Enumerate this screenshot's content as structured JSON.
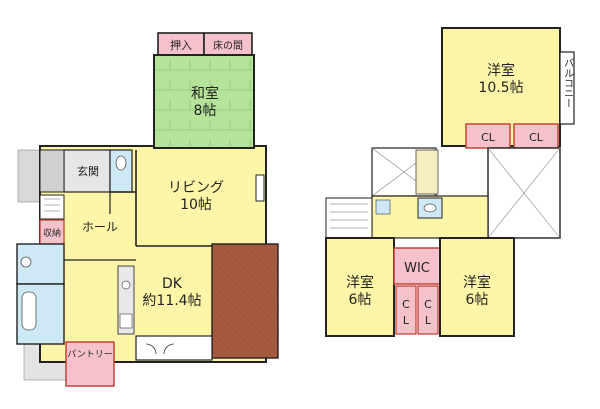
{
  "floor1": {
    "oshiire": "押入",
    "tokonoma": "床の間",
    "washitsu": "和室",
    "washitsu_size": "8帖",
    "genkan": "玄関",
    "living": "リビング",
    "living_size": "10帖",
    "hall": "ホール",
    "shuno": "収納",
    "dk": "DK",
    "dk_size": "約11.4帖",
    "pantry": "パントリー"
  },
  "floor2": {
    "yoshitsu_large": "洋室",
    "yoshitsu_large_size": "10.5帖",
    "balcony": "バルコニー",
    "cl_left": "CL",
    "cl_right": "CL",
    "wic": "WIC",
    "yoshitsu_left": "洋室",
    "yoshitsu_left_size": "6帖",
    "yoshitsu_right": "洋室",
    "yoshitsu_right_size": "6帖",
    "cl_vertical_1": "C",
    "cl_vertical_2": "L",
    "cl_vertical_3": "C",
    "cl_vertical_4": "L"
  },
  "colors": {
    "room_yellow": "#fdf6a8",
    "washitsu_green": "#b6e39a",
    "closet_pink": "#f5c2cb",
    "closet_border": "#c0392b",
    "wetarea_blue": "#cde9f5",
    "deck_brown": "#a85a3e",
    "grey": "#d9d9d9",
    "wall": "#222222"
  }
}
